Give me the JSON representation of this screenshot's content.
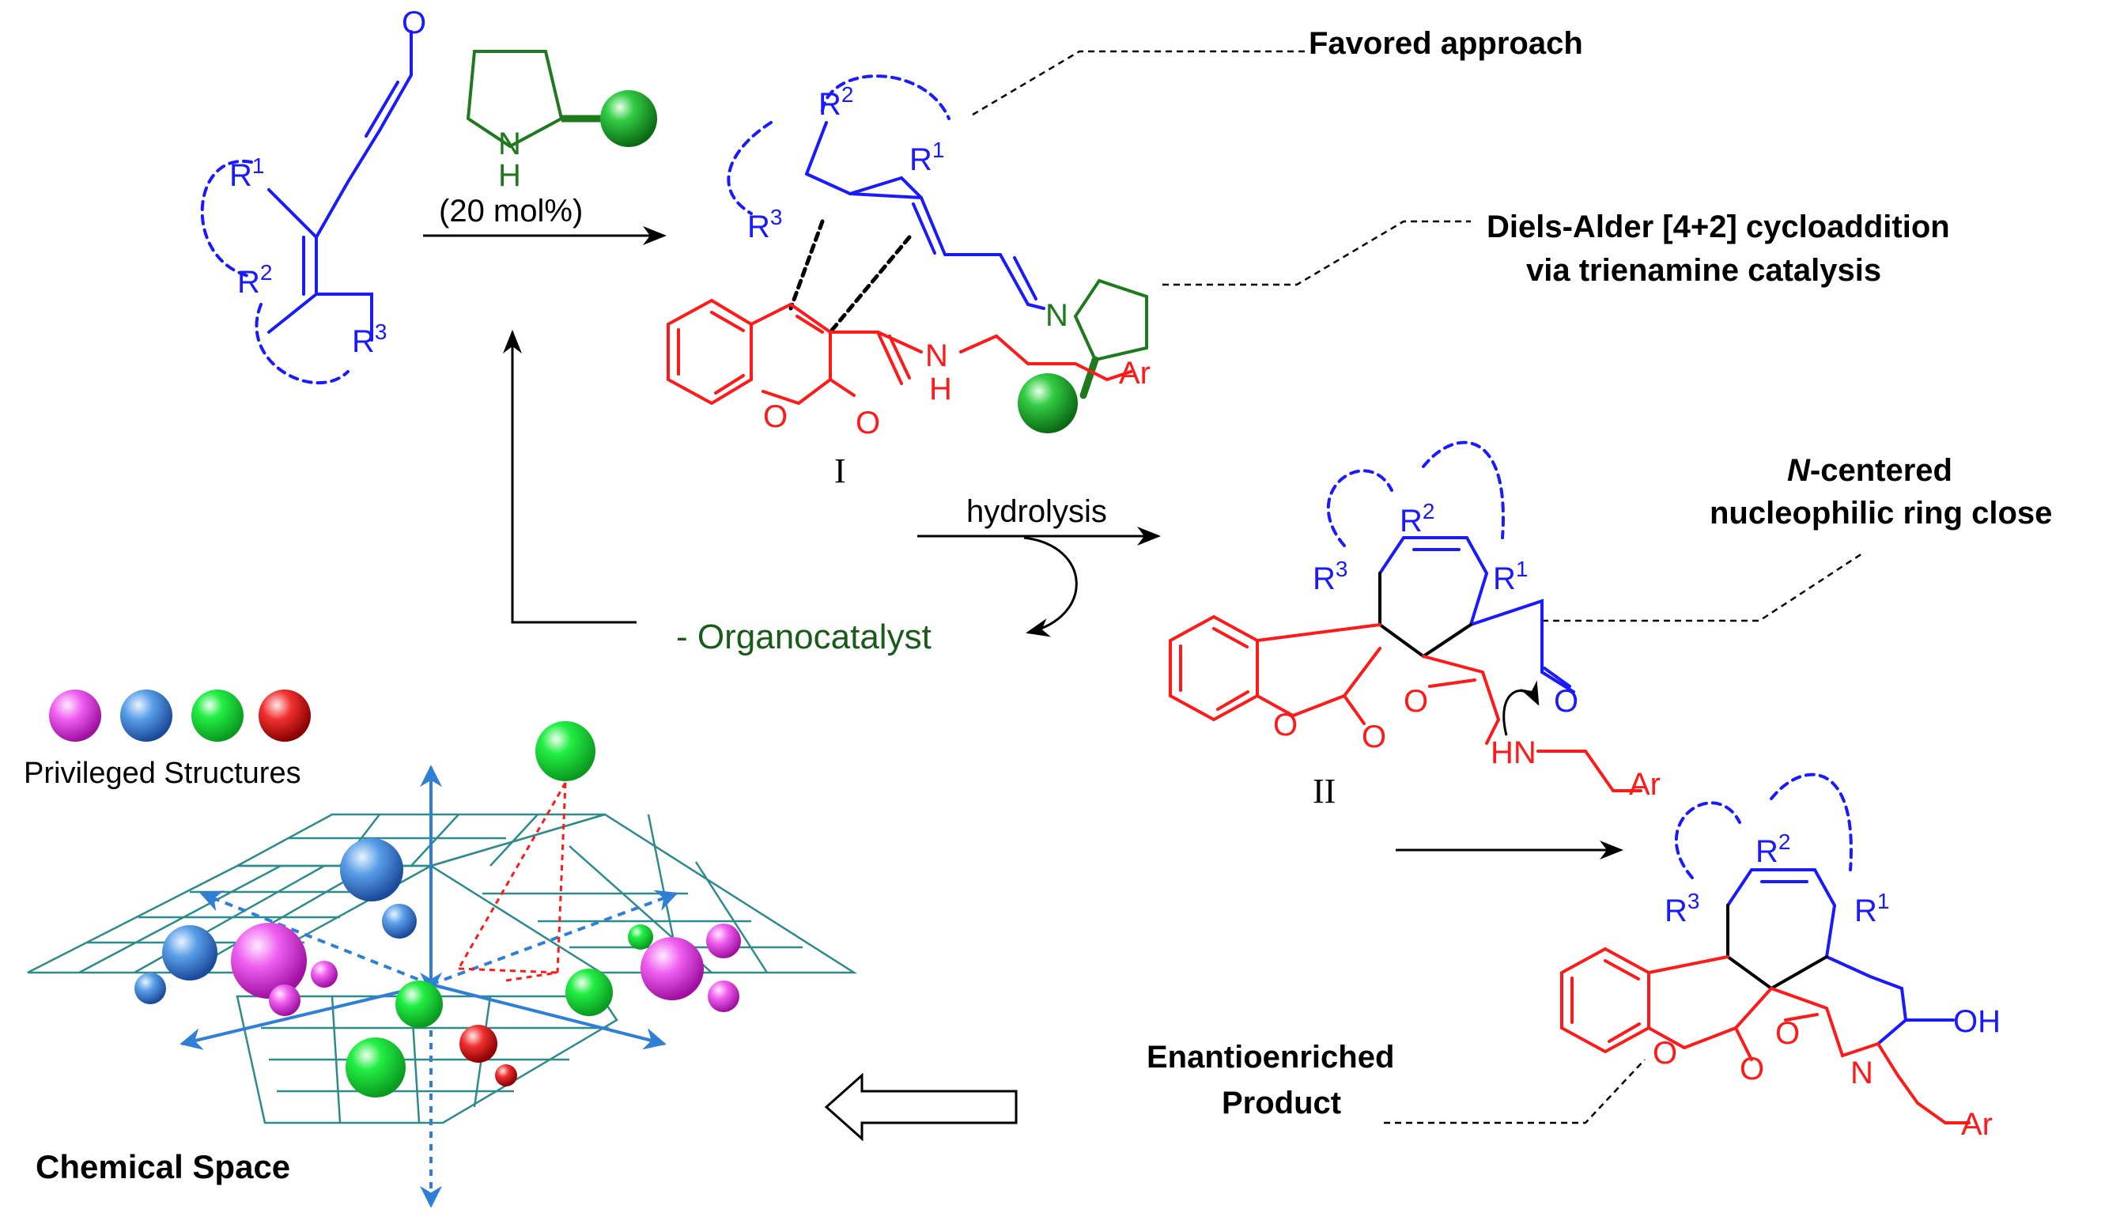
{
  "catalyst": {
    "nh": "N",
    "h": "H",
    "loading": "(20 mol%)"
  },
  "substrate": {
    "o": "O",
    "r1": "R",
    "r1_sup": "1",
    "r2": "R",
    "r2_sup": "2",
    "r3": "R",
    "r3_sup": "3"
  },
  "intermediate_I": {
    "id": "I",
    "r1": "R",
    "r1_sup": "1",
    "r2": "R",
    "r2_sup": "2",
    "r3": "R",
    "r3_sup": "3",
    "n": "N",
    "nh_n": "N",
    "nh_h": "H",
    "ar": "Ar",
    "o_ring": "O",
    "o_carbonyl": "O",
    "o_amide": "O"
  },
  "intermediate_II": {
    "id": "II",
    "r1": "R",
    "r1_sup": "1",
    "r2": "R",
    "r2_sup": "2",
    "r3": "R",
    "r3_sup": "3",
    "hn": "HN",
    "ar": "Ar",
    "o_ring": "O",
    "o_carbonyl": "O",
    "o_amide": "O",
    "o_aldehyde": "O"
  },
  "product": {
    "r1": "R",
    "r1_sup": "1",
    "r2": "R",
    "r2_sup": "2",
    "r3": "R",
    "r3_sup": "3",
    "oh": "OH",
    "n": "N",
    "ar": "Ar",
    "o_ring": "O",
    "o_carbonyl": "O",
    "o_amide": "O"
  },
  "labels": {
    "favored": "Favored approach",
    "diels_alder_1": "Diels-Alder [4+2] cycloaddition",
    "diels_alder_2": "via trienamine catalysis",
    "ring_close_1_italic": "N",
    "ring_close_1_rest": "-centered",
    "ring_close_2": "nucleophilic ring close",
    "enantio_1": "Enantioenriched",
    "enantio_2": "Product",
    "hydrolysis": "hydrolysis",
    "organocatalyst": "- Organocatalyst",
    "privileged": "Privileged Structures",
    "chemical_space": "Chemical Space"
  },
  "colors": {
    "blue": "#1a1aff",
    "red": "#ff1a1a",
    "green": "#1f7a1f",
    "dark_green_text": "#1a5a1a",
    "teal_grid": "#2e8b8b",
    "axis_blue": "#2f7fd6",
    "black": "#000000"
  }
}
